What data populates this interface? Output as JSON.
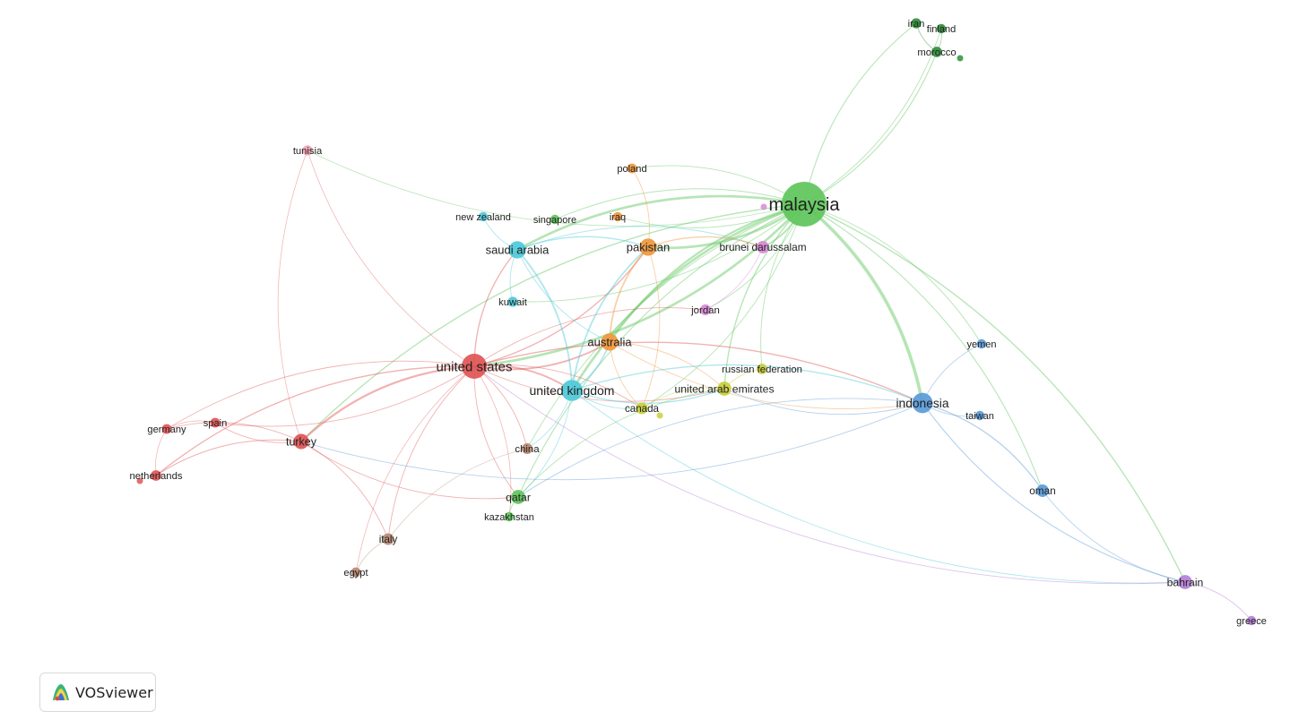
{
  "brand": {
    "name": "VOSviewer"
  },
  "clusters": {
    "red": "#e05555",
    "green": "#5ec65a",
    "blue": "#5a9ad8",
    "yellow": "#c8cf3c",
    "purple": "#b57fd6",
    "cyan": "#4ec9d9",
    "orange": "#f0973c",
    "brown": "#b88a74",
    "pink": "#f2a3b3",
    "magenta": "#d889d6",
    "darkgreen": "#2f8f3a"
  },
  "nodes": [
    {
      "id": "malaysia",
      "label": "malaysia",
      "cluster": "green",
      "weight": 10
    },
    {
      "id": "united-states",
      "label": "united states",
      "cluster": "red",
      "weight": 5
    },
    {
      "id": "united-kingdom",
      "label": "united kingdom",
      "cluster": "cyan",
      "weight": 4
    },
    {
      "id": "indonesia",
      "label": "indonesia",
      "cluster": "blue",
      "weight": 3.8
    },
    {
      "id": "saudi-arabia",
      "label": "saudi arabia",
      "cluster": "cyan",
      "weight": 3
    },
    {
      "id": "pakistan",
      "label": "pakistan",
      "cluster": "orange",
      "weight": 3
    },
    {
      "id": "australia",
      "label": "australia",
      "cluster": "orange",
      "weight": 3
    },
    {
      "id": "turkey",
      "label": "turkey",
      "cluster": "red",
      "weight": 2.5
    },
    {
      "id": "united-arab-emirates",
      "label": "united arab emirates",
      "cluster": "yellow",
      "weight": 2.2
    },
    {
      "id": "bahrain",
      "label": "bahrain",
      "cluster": "purple",
      "weight": 2.2
    },
    {
      "id": "qatar",
      "label": "qatar",
      "cluster": "green",
      "weight": 2.2
    },
    {
      "id": "oman",
      "label": "oman",
      "cluster": "blue",
      "weight": 1.8
    },
    {
      "id": "brunei-darussalam",
      "label": "brunei darussalam",
      "cluster": "magenta",
      "weight": 1.8
    },
    {
      "id": "canada",
      "label": "canada",
      "cluster": "yellow",
      "weight": 1.6
    },
    {
      "id": "italy",
      "label": "italy",
      "cluster": "brown",
      "weight": 1.6
    },
    {
      "id": "china",
      "label": "china",
      "cluster": "brown",
      "weight": 1.4
    },
    {
      "id": "jordan",
      "label": "jordan",
      "cluster": "magenta",
      "weight": 1.4
    },
    {
      "id": "russian-federation",
      "label": "russian federation",
      "cluster": "yellow",
      "weight": 1.3
    },
    {
      "id": "kuwait",
      "label": "kuwait",
      "cluster": "cyan",
      "weight": 1.2
    },
    {
      "id": "morocco",
      "label": "morocco",
      "cluster": "darkgreen",
      "weight": 1.3
    },
    {
      "id": "iran",
      "label": "iran",
      "cluster": "darkgreen",
      "weight": 1.2
    },
    {
      "id": "finland",
      "label": "finland",
      "cluster": "darkgreen",
      "weight": 1.0
    },
    {
      "id": "poland",
      "label": "poland",
      "cluster": "orange",
      "weight": 1.1
    },
    {
      "id": "iraq",
      "label": "iraq",
      "cluster": "orange",
      "weight": 1.0
    },
    {
      "id": "singapore",
      "label": "singapore",
      "cluster": "green",
      "weight": 1.0
    },
    {
      "id": "new-zealand",
      "label": "new zealand",
      "cluster": "cyan",
      "weight": 1.0
    },
    {
      "id": "tunisia",
      "label": "tunisia",
      "cluster": "pink",
      "weight": 1.2
    },
    {
      "id": "spain",
      "label": "spain",
      "cluster": "red",
      "weight": 1.1
    },
    {
      "id": "germany",
      "label": "germany",
      "cluster": "red",
      "weight": 1.1
    },
    {
      "id": "netherlands",
      "label": "netherlands",
      "cluster": "red",
      "weight": 1.3
    },
    {
      "id": "kazakhstan",
      "label": "kazakhstan",
      "cluster": "green",
      "weight": 1.0
    },
    {
      "id": "egypt",
      "label": "egypt",
      "cluster": "brown",
      "weight": 1.1
    },
    {
      "id": "yemen",
      "label": "yemen",
      "cluster": "blue",
      "weight": 1.0
    },
    {
      "id": "taiwan",
      "label": "taiwan",
      "cluster": "blue",
      "weight": 1.0
    },
    {
      "id": "greece",
      "label": "greece",
      "cluster": "purple",
      "weight": 1.0
    }
  ],
  "links": [
    [
      "malaysia",
      "united-states",
      3
    ],
    [
      "malaysia",
      "united-kingdom",
      3
    ],
    [
      "malaysia",
      "indonesia",
      4
    ],
    [
      "malaysia",
      "saudi-arabia",
      3
    ],
    [
      "malaysia",
      "pakistan",
      3
    ],
    [
      "malaysia",
      "australia",
      2.5
    ],
    [
      "malaysia",
      "brunei-darussalam",
      2
    ],
    [
      "malaysia",
      "united-arab-emirates",
      1.5
    ],
    [
      "malaysia",
      "bahrain",
      1.5
    ],
    [
      "malaysia",
      "qatar",
      1.2
    ],
    [
      "malaysia",
      "oman",
      1.2
    ],
    [
      "malaysia",
      "morocco",
      1.2
    ],
    [
      "malaysia",
      "iran",
      1.2
    ],
    [
      "malaysia",
      "finland",
      1
    ],
    [
      "malaysia",
      "jordan",
      1
    ],
    [
      "malaysia",
      "turkey",
      1.5
    ],
    [
      "malaysia",
      "canada",
      1
    ],
    [
      "malaysia",
      "russian-federation",
      1
    ],
    [
      "malaysia",
      "yemen",
      1
    ],
    [
      "malaysia",
      "poland",
      1
    ],
    [
      "malaysia",
      "iraq",
      1
    ],
    [
      "malaysia",
      "singapore",
      1
    ],
    [
      "malaysia",
      "kuwait",
      1
    ],
    [
      "malaysia",
      "china",
      1
    ],
    [
      "malaysia",
      "tunisia",
      0.8
    ],
    [
      "united-states",
      "turkey",
      2.5
    ],
    [
      "united-states",
      "united-kingdom",
      2
    ],
    [
      "united-states",
      "australia",
      2
    ],
    [
      "united-states",
      "saudi-arabia",
      1.5
    ],
    [
      "united-states",
      "pakistan",
      1.5
    ],
    [
      "united-states",
      "indonesia",
      1.5
    ],
    [
      "united-states",
      "italy",
      1
    ],
    [
      "united-states",
      "china",
      1
    ],
    [
      "united-states",
      "netherlands",
      1.5
    ],
    [
      "united-states",
      "spain",
      1
    ],
    [
      "united-states",
      "germany",
      1
    ],
    [
      "united-states",
      "tunisia",
      0.8
    ],
    [
      "united-states",
      "qatar",
      1
    ],
    [
      "united-states",
      "canada",
      1
    ],
    [
      "united-states",
      "united-arab-emirates",
      1
    ],
    [
      "united-states",
      "kazakhstan",
      0.8
    ],
    [
      "united-states",
      "egypt",
      0.8
    ],
    [
      "united-states",
      "jordan",
      1
    ],
    [
      "united-kingdom",
      "saudi-arabia",
      2
    ],
    [
      "united-kingdom",
      "pakistan",
      2
    ],
    [
      "united-kingdom",
      "australia",
      2
    ],
    [
      "united-kingdom",
      "indonesia",
      1.5
    ],
    [
      "united-kingdom",
      "bahrain",
      1
    ],
    [
      "united-kingdom",
      "qatar",
      1
    ],
    [
      "united-kingdom",
      "united-arab-emirates",
      1.5
    ],
    [
      "united-kingdom",
      "china",
      1
    ],
    [
      "united-kingdom",
      "canada",
      1
    ],
    [
      "saudi-arabia",
      "pakistan",
      1.5
    ],
    [
      "saudi-arabia",
      "kuwait",
      1
    ],
    [
      "saudi-arabia",
      "new-zealand",
      1
    ],
    [
      "saudi-arabia",
      "australia",
      1
    ],
    [
      "saudi-arabia",
      "brunei-darussalam",
      1
    ],
    [
      "pakistan",
      "australia",
      2
    ],
    [
      "pakistan",
      "brunei-darussalam",
      1.5
    ],
    [
      "pakistan",
      "poland",
      1
    ],
    [
      "pakistan",
      "canada",
      1
    ],
    [
      "australia",
      "canada",
      1
    ],
    [
      "australia",
      "united-arab-emirates",
      1
    ],
    [
      "australia",
      "indonesia",
      1
    ],
    [
      "indonesia",
      "oman",
      1.5
    ],
    [
      "indonesia",
      "bahrain",
      1.2
    ],
    [
      "indonesia",
      "yemen",
      1
    ],
    [
      "indonesia",
      "taiwan",
      1
    ],
    [
      "indonesia",
      "turkey",
      1
    ],
    [
      "indonesia",
      "qatar",
      1
    ],
    [
      "indonesia",
      "united-arab-emirates",
      1
    ],
    [
      "oman",
      "bahrain",
      1
    ],
    [
      "bahrain",
      "greece",
      1
    ],
    [
      "turkey",
      "germany",
      1
    ],
    [
      "turkey",
      "spain",
      1
    ],
    [
      "turkey",
      "netherlands",
      1.2
    ],
    [
      "turkey",
      "italy",
      1
    ],
    [
      "turkey",
      "qatar",
      1
    ],
    [
      "turkey",
      "tunisia",
      0.8
    ],
    [
      "italy",
      "egypt",
      1
    ],
    [
      "italy",
      "china",
      0.8
    ],
    [
      "qatar",
      "kazakhstan",
      1
    ],
    [
      "qatar",
      "united-arab-emirates",
      1
    ],
    [
      "united-arab-emirates",
      "canada",
      1
    ],
    [
      "united-arab-emirates",
      "russian-federation",
      1
    ],
    [
      "jordan",
      "brunei-darussalam",
      1
    ],
    [
      "morocco",
      "iran",
      1
    ],
    [
      "morocco",
      "finland",
      0.8
    ],
    [
      "netherlands",
      "germany",
      0.8
    ],
    [
      "spain",
      "germany",
      0.8
    ],
    [
      "bahrain",
      "united-states",
      1
    ]
  ]
}
